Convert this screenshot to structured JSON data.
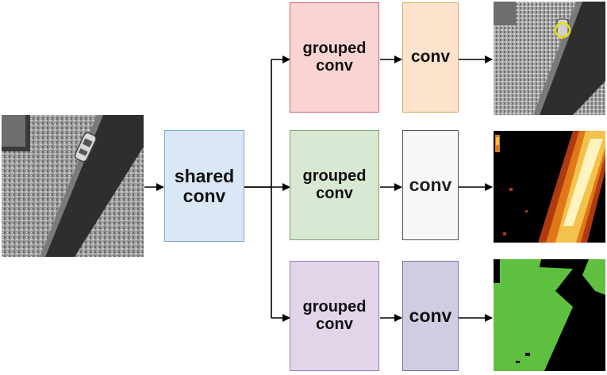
{
  "diagram": {
    "shared_label": "shared\nconv",
    "branches": [
      {
        "grouped_label": "grouped\nconv",
        "conv_label": "conv",
        "grouped_fill": "#fad3d2",
        "grouped_border": "#c7646a",
        "conv_fill": "#fde3cb",
        "conv_border": "#d9a65e"
      },
      {
        "grouped_label": "grouped\nconv",
        "conv_label": "conv",
        "grouped_fill": "#d8e8d2",
        "grouped_border": "#7ea471",
        "conv_fill": "#f7f7f7",
        "conv_border": "#555555"
      },
      {
        "grouped_label": "grouped\nconv",
        "conv_label": "conv",
        "grouped_fill": "#e2d5e9",
        "grouped_border": "#9d7bb0",
        "conv_fill": "#d0cde2",
        "conv_border": "#7a71a6"
      }
    ],
    "shared_fill": "#dae8f6",
    "shared_border": "#7fa6cd",
    "arrow_color": "#000000",
    "images": {
      "input": "aerial-road-with-car",
      "output_detection": "car-detection-yellow-circle",
      "output_heatmap": "fire-colored-heatmap",
      "output_segmentation": "green-black-segmentation-mask"
    }
  }
}
